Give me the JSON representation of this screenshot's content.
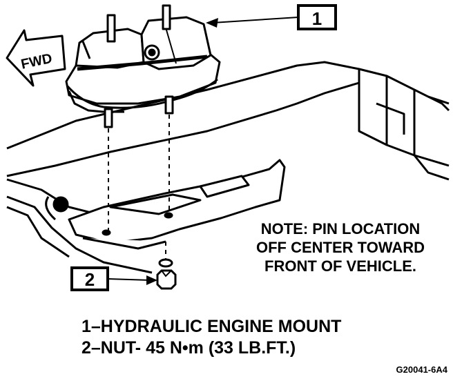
{
  "callouts": [
    {
      "number": "1"
    },
    {
      "number": "2"
    }
  ],
  "direction_label": "FWD",
  "note": {
    "lines": [
      "NOTE: PIN LOCATION",
      "OFF CENTER TOWARD",
      "FRONT OF  VEHICLE."
    ]
  },
  "legend": {
    "items": [
      "1–HYDRAULIC ENGINE MOUNT",
      "2–NUT- 45 N•m (33 LB.FT.)"
    ]
  },
  "figure_code": "G20041-6A4",
  "colors": {
    "ink": "#000000",
    "paper": "#ffffff"
  }
}
